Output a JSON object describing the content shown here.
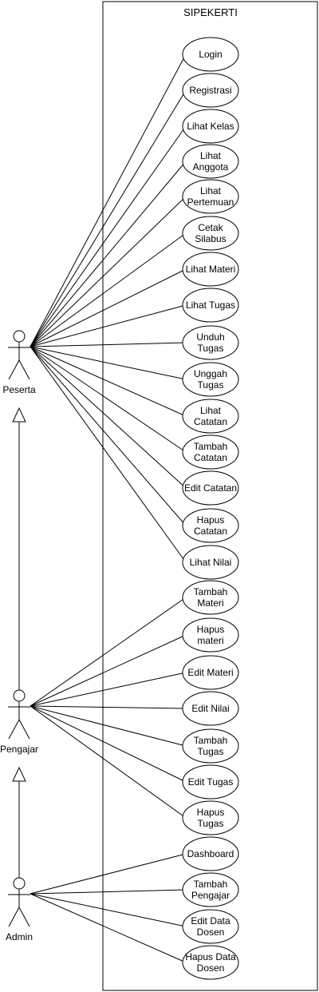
{
  "system": {
    "title": "SIPEKERTI"
  },
  "actors": [
    {
      "id": "peserta",
      "label": "Peserta"
    },
    {
      "id": "pengajar",
      "label": "Pengajar"
    },
    {
      "id": "admin",
      "label": "Admin"
    }
  ],
  "generalizations": [
    {
      "from": "pengajar",
      "to": "peserta"
    },
    {
      "from": "admin",
      "to": "pengajar"
    }
  ],
  "use_cases": [
    {
      "id": "login",
      "lines": [
        "Login"
      ],
      "actor": "peserta"
    },
    {
      "id": "registrasi",
      "lines": [
        "Registrasi"
      ],
      "actor": "peserta"
    },
    {
      "id": "lihat-kelas",
      "lines": [
        "Lihat Kelas"
      ],
      "actor": "peserta"
    },
    {
      "id": "lihat-anggota",
      "lines": [
        "Lihat",
        "Anggota"
      ],
      "actor": "peserta"
    },
    {
      "id": "lihat-pertemuan",
      "lines": [
        "Lihat",
        "Pertemuan"
      ],
      "actor": "peserta"
    },
    {
      "id": "cetak-silabus",
      "lines": [
        "Cetak",
        "Silabus"
      ],
      "actor": "peserta"
    },
    {
      "id": "lihat-materi",
      "lines": [
        "Lihat Materi"
      ],
      "actor": "peserta"
    },
    {
      "id": "lihat-tugas",
      "lines": [
        "Lihat Tugas"
      ],
      "actor": "peserta"
    },
    {
      "id": "unduh-tugas",
      "lines": [
        "Unduh",
        "Tugas"
      ],
      "actor": "peserta"
    },
    {
      "id": "unggah-tugas",
      "lines": [
        "Unggah",
        "Tugas"
      ],
      "actor": "peserta"
    },
    {
      "id": "lihat-catatan",
      "lines": [
        "Lihat",
        "Catatan"
      ],
      "actor": "peserta"
    },
    {
      "id": "tambah-catatan",
      "lines": [
        "Tambah",
        "Catatan"
      ],
      "actor": "peserta"
    },
    {
      "id": "edit-catatan",
      "lines": [
        "Edit Catatan"
      ],
      "actor": "peserta"
    },
    {
      "id": "hapus-catatan",
      "lines": [
        "Hapus",
        "Catatan"
      ],
      "actor": "peserta"
    },
    {
      "id": "lihat-nilai",
      "lines": [
        "Lihat Nilai"
      ],
      "actor": "peserta"
    },
    {
      "id": "tambah-materi",
      "lines": [
        "Tambah",
        "Materi"
      ],
      "actor": "pengajar"
    },
    {
      "id": "hapus-materi",
      "lines": [
        "Hapus",
        "materi"
      ],
      "actor": "pengajar"
    },
    {
      "id": "edit-materi",
      "lines": [
        "Edit Materi"
      ],
      "actor": "pengajar"
    },
    {
      "id": "edit-nilai",
      "lines": [
        "Edit Nilai"
      ],
      "actor": "pengajar"
    },
    {
      "id": "tambah-tugas",
      "lines": [
        "Tambah",
        "Tugas"
      ],
      "actor": "pengajar"
    },
    {
      "id": "edit-tugas",
      "lines": [
        "Edit Tugas"
      ],
      "actor": "pengajar"
    },
    {
      "id": "hapus-tugas",
      "lines": [
        "Hapus",
        "Tugas"
      ],
      "actor": "pengajar"
    },
    {
      "id": "dashboard",
      "lines": [
        "Dashboard"
      ],
      "actor": "admin"
    },
    {
      "id": "tambah-pengajar",
      "lines": [
        "Tambah",
        "Pengajar"
      ],
      "actor": "admin"
    },
    {
      "id": "edit-data-dosen",
      "lines": [
        "Edit Data",
        "Dosen"
      ],
      "actor": "admin"
    },
    {
      "id": "hapus-data-dosen",
      "lines": [
        "Hapus Data",
        "Dosen"
      ],
      "actor": "admin"
    }
  ]
}
